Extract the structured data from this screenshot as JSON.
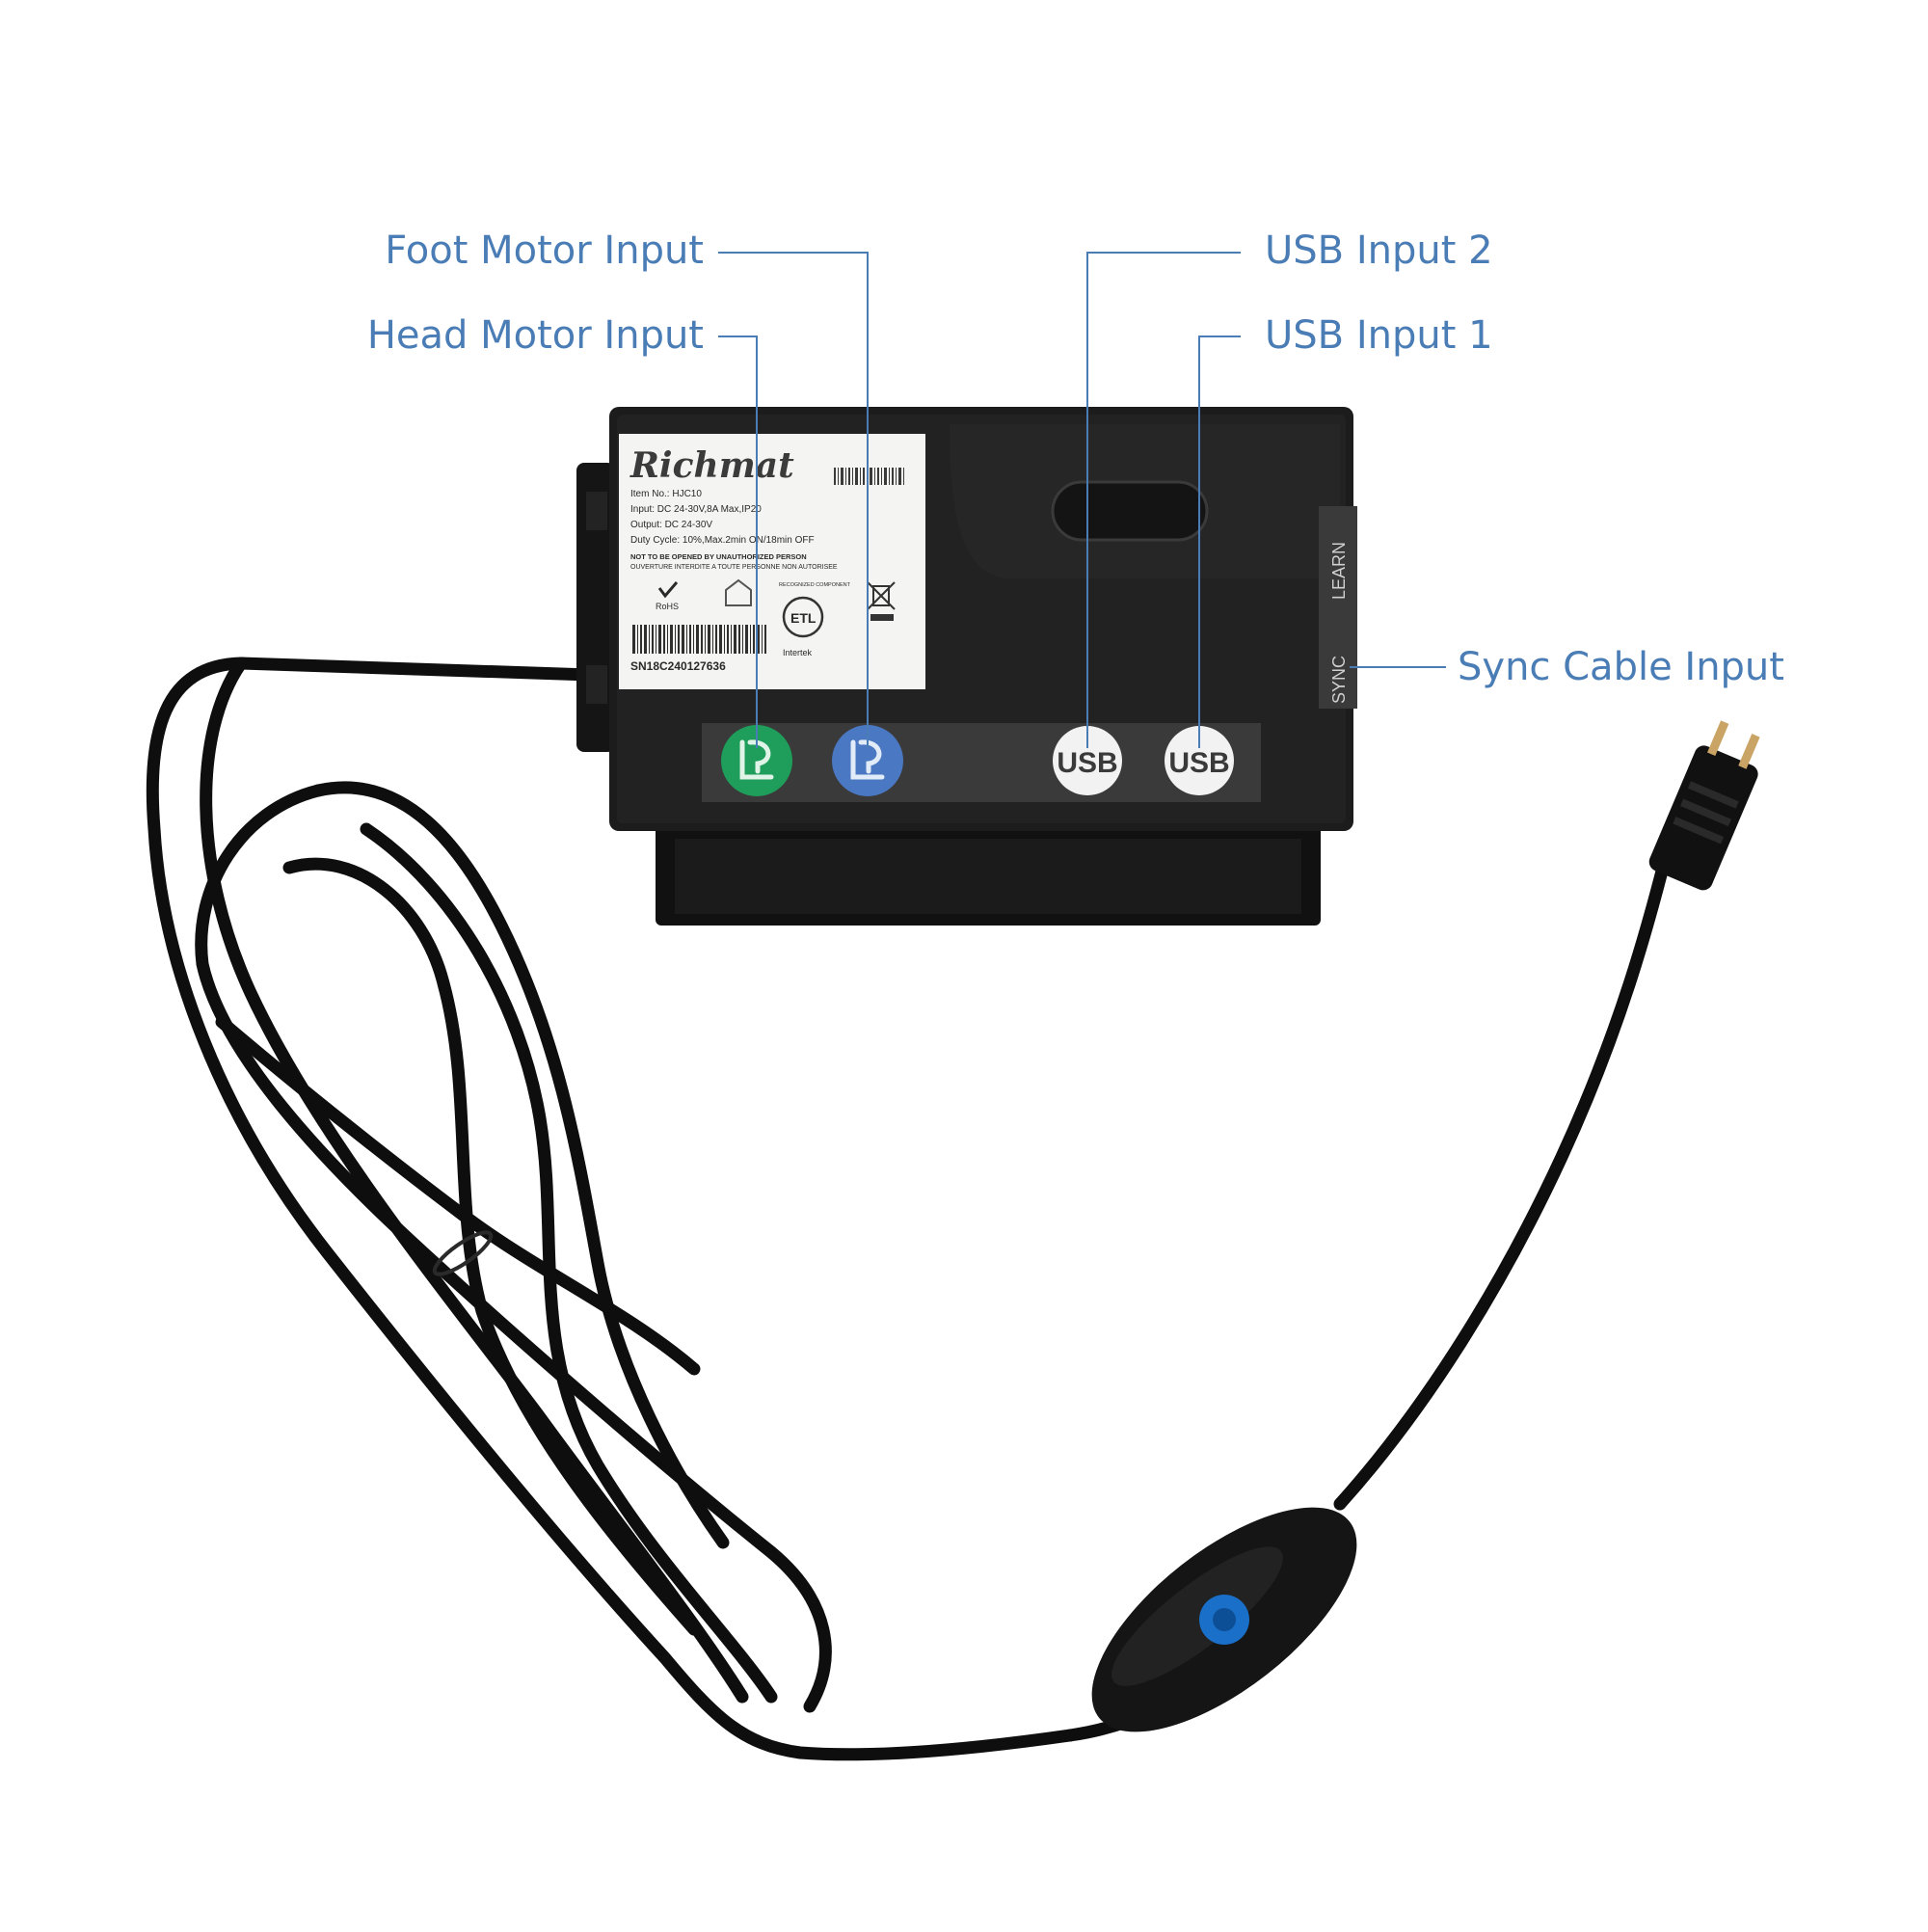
{
  "callouts": {
    "foot_motor": "Foot Motor Input",
    "head_motor": "Head Motor Input",
    "usb2": "USB Input 2",
    "usb1": "USB Input 1",
    "sync_cable": "Sync Cable Input"
  },
  "device": {
    "brand": "Richmat",
    "item_no": "Item No.: HJC10",
    "input": "Input:     DC 24-30V,8A Max,IP20",
    "output": "Output:   DC 24-30V",
    "duty_cycle": "Duty Cycle: 10%,Max.2min ON/18min OFF",
    "warning_en": "NOT TO BE OPENED BY UNAUTHORIZED PERSON",
    "warning_fr": "OUVERTURE INTERDITE A TOUTE PERSONNE NON AUTORISEE",
    "serial": "SN18C240127636",
    "rohs": "RoHS",
    "etl": "ETL",
    "intertek": "Intertek",
    "recognized": "RECOGNIZED COMPONENT",
    "usb_port_1": "USB",
    "usb_port_2": "USB",
    "learn": "LEARN",
    "sync": "SYNC"
  },
  "colors": {
    "callout_text": "#4a7db5",
    "callout_line": "#4a7db5",
    "device_body": "#1c1c1c",
    "head_port": "#1e9e5a",
    "foot_port": "#4a78c2",
    "usb_port": "#f2f2f2",
    "cable": "#0e0e0e",
    "switch_button": "#1a6fc9"
  },
  "icons": {
    "head_port": "head-recline-icon",
    "foot_port": "foot-recline-icon",
    "rohs": "check-icon",
    "indoor": "house-icon",
    "weee": "crossed-bin-icon"
  }
}
